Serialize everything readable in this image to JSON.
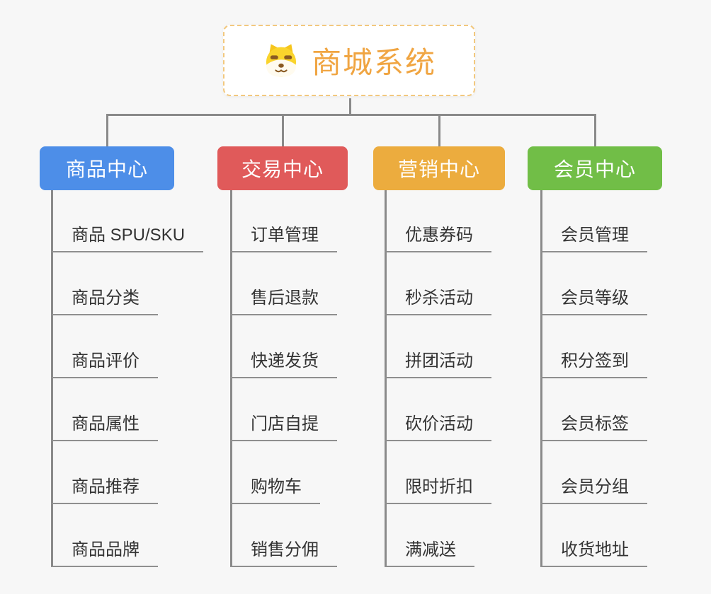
{
  "canvas": {
    "background": "#f7f7f7",
    "connector_color": "#8a8a8a",
    "underline_color": "#8f8f8f",
    "item_text_color": "#333333"
  },
  "root": {
    "label": "商城系统",
    "icon": "dog-face-icon",
    "text_color": "#f0a542",
    "border_color": "#f2c87e",
    "background": "#ffffff"
  },
  "branches": [
    {
      "label": "商品中心",
      "color": "#4d8ee8",
      "text_color": "#ffffff",
      "items": [
        "商品 SPU/SKU",
        "商品分类",
        "商品评价",
        "商品属性",
        "商品推荐",
        "商品品牌"
      ]
    },
    {
      "label": "交易中心",
      "color": "#e05a5a",
      "text_color": "#ffffff",
      "items": [
        "订单管理",
        "售后退款",
        "快递发货",
        "门店自提",
        "购物车",
        "销售分佣"
      ]
    },
    {
      "label": "营销中心",
      "color": "#ecac3e",
      "text_color": "#ffffff",
      "items": [
        "优惠券码",
        "秒杀活动",
        "拼团活动",
        "砍价活动",
        "限时折扣",
        "满减送"
      ]
    },
    {
      "label": "会员中心",
      "color": "#71be47",
      "text_color": "#ffffff",
      "items": [
        "会员管理",
        "会员等级",
        "积分签到",
        "会员标签",
        "会员分组",
        "收货地址"
      ]
    }
  ]
}
